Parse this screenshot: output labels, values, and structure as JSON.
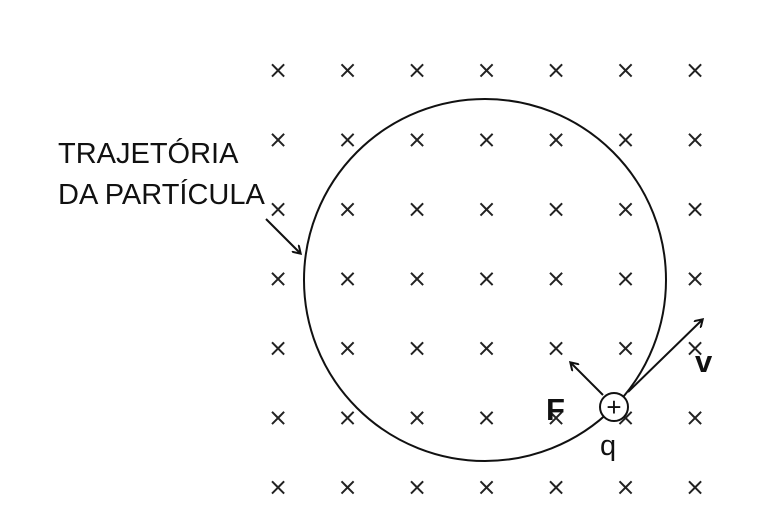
{
  "diagram": {
    "label_line_1": "TRAJETÓRIA",
    "label_line_2": "DA PARTÍCULA",
    "force_label": "F",
    "velocity_label": "v",
    "charge_label": "q",
    "charge_symbol": "+",
    "field_symbol": "×",
    "field_grid": {
      "rows": 7,
      "cols": 7
    },
    "colors": {
      "ink": "#111111",
      "background": "#ffffff"
    }
  }
}
